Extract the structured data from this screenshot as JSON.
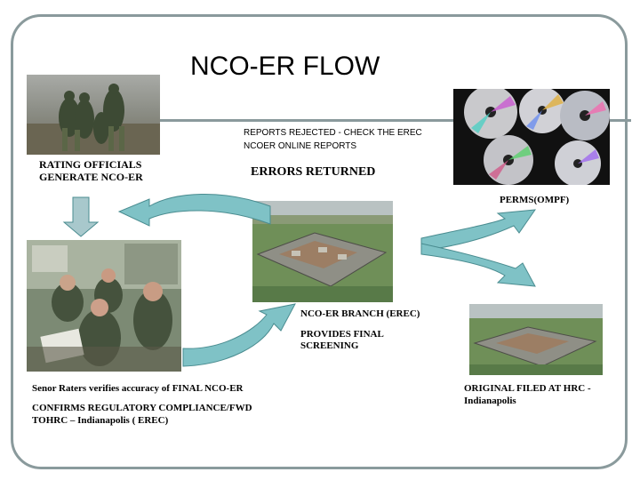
{
  "title": "NCO-ER FLOW",
  "nodes": {
    "rating_officials": "RATING OFFICIALS\nGENERATE NCO-ER",
    "rejected_note": "REPORTS REJECTED  - CHECK THE  EREC\nNCOER ONLINE REPORTS",
    "errors_returned": "ERRORS RETURNED",
    "perms": "PERMS(OMPF)",
    "nco_er_branch": "NCO-ER BRANCH (EREC)",
    "provides_screening": "PROVIDES FINAL\nSCREENING",
    "senior_raters": "Senor Raters verifies accuracy of FINAL NCO-ER",
    "confirms": "CONFIRMS REGULATORY COMPLIANCE/FWD\nTOHRC – Indianapolis ( EREC)",
    "original_filed": "ORIGINAL FILED AT HRC -\nIndianapolis"
  },
  "colors": {
    "frame": "#8a9a9c",
    "arrow_fill": "#7fc2c6",
    "arrow_stroke": "#4a8c90",
    "down_arrow_fill": "#a8c8cc"
  },
  "icons": {
    "soldiers_field_photo": "photo-soldiers-field",
    "office_meeting_photo": "photo-office-meeting",
    "building_photo": "photo-building",
    "cd_discs_photo": "photo-cd-discs"
  }
}
